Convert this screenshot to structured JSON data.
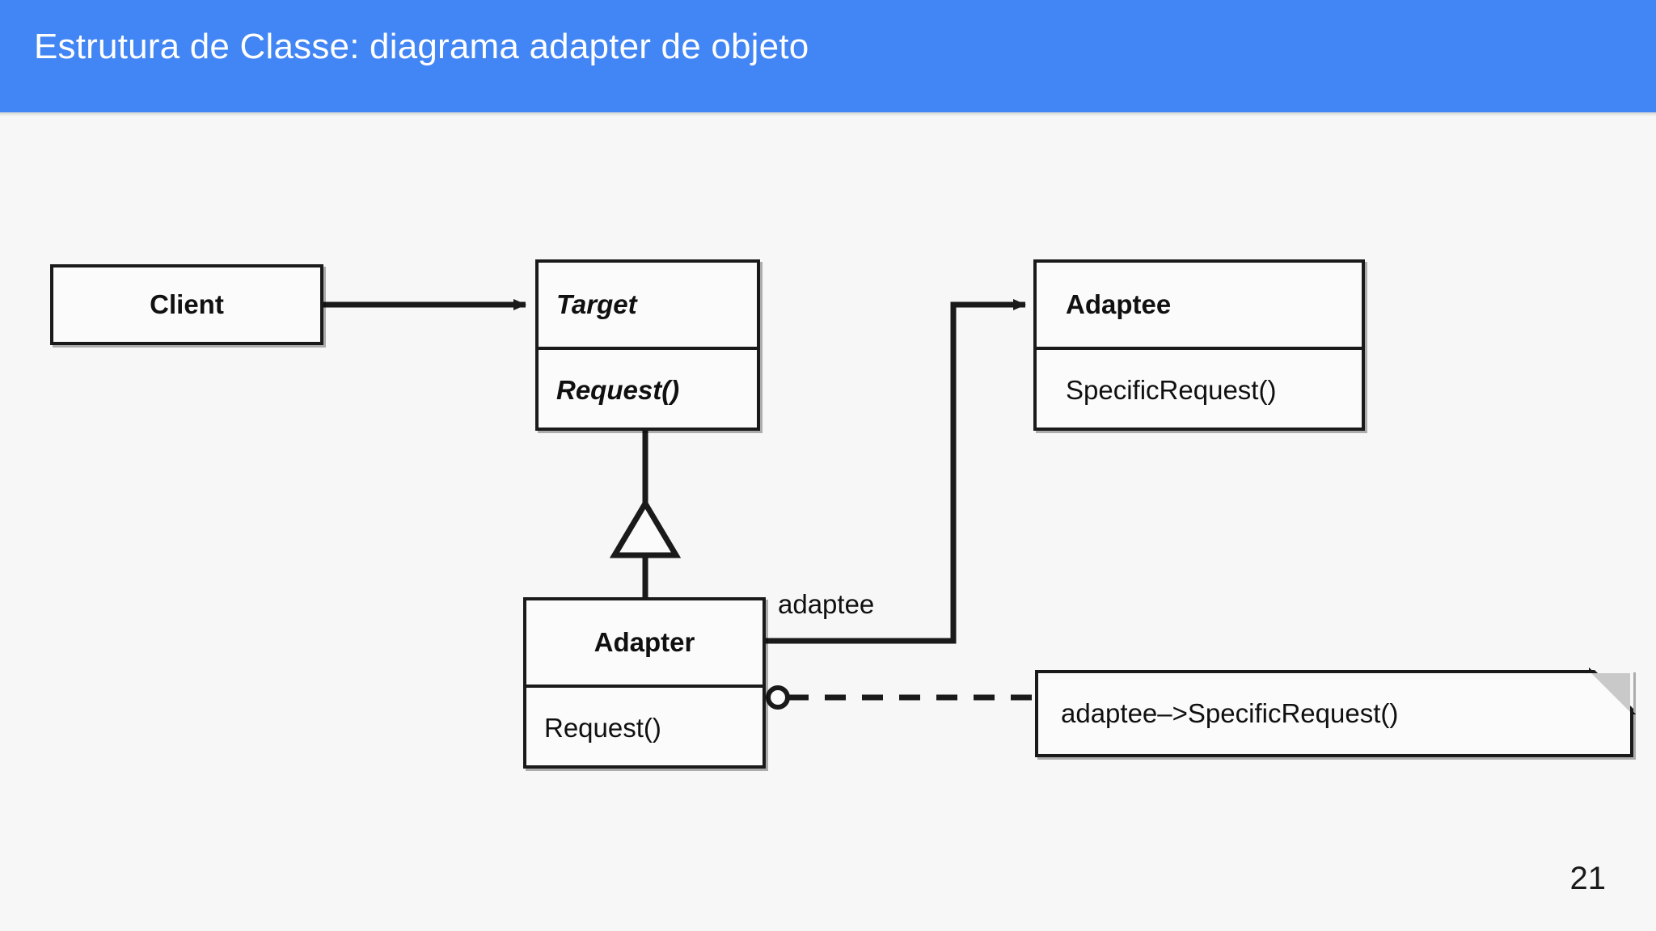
{
  "slide": {
    "title": "Estrutura de Classe: diagrama adapter de objeto",
    "page_number": "21",
    "header_color": "#4285f4",
    "background_color": "#f7f7f7",
    "line_color": "#1a1a1a"
  },
  "diagram": {
    "type": "uml-class-diagram",
    "classes": [
      {
        "id": "client",
        "name": "Client",
        "name_style": "bold",
        "operations": []
      },
      {
        "id": "target",
        "name": "Target",
        "name_style": "bold-italic",
        "operations": [
          "Request()"
        ],
        "operation_style": "bold-italic"
      },
      {
        "id": "adaptee",
        "name": "Adaptee",
        "name_style": "bold",
        "operations": [
          "SpecificRequest()"
        ],
        "operation_style": "regular"
      },
      {
        "id": "adapter",
        "name": "Adapter",
        "name_style": "bold",
        "operations": [
          "Request()"
        ],
        "operation_style": "regular"
      }
    ],
    "labels": {
      "association_role": "adaptee"
    },
    "note": {
      "text": "adaptee–>SpecificRequest()",
      "fold_color": "#c9c9c9"
    },
    "relationships": [
      {
        "from": "client",
        "to": "target",
        "kind": "association-arrow"
      },
      {
        "from": "adapter",
        "to": "target",
        "kind": "generalization"
      },
      {
        "from": "adapter",
        "to": "adaptee",
        "kind": "association-arrow",
        "role": "adaptee"
      },
      {
        "from": "adapter.Request()",
        "to": "note",
        "kind": "dependency-dashed"
      }
    ]
  }
}
